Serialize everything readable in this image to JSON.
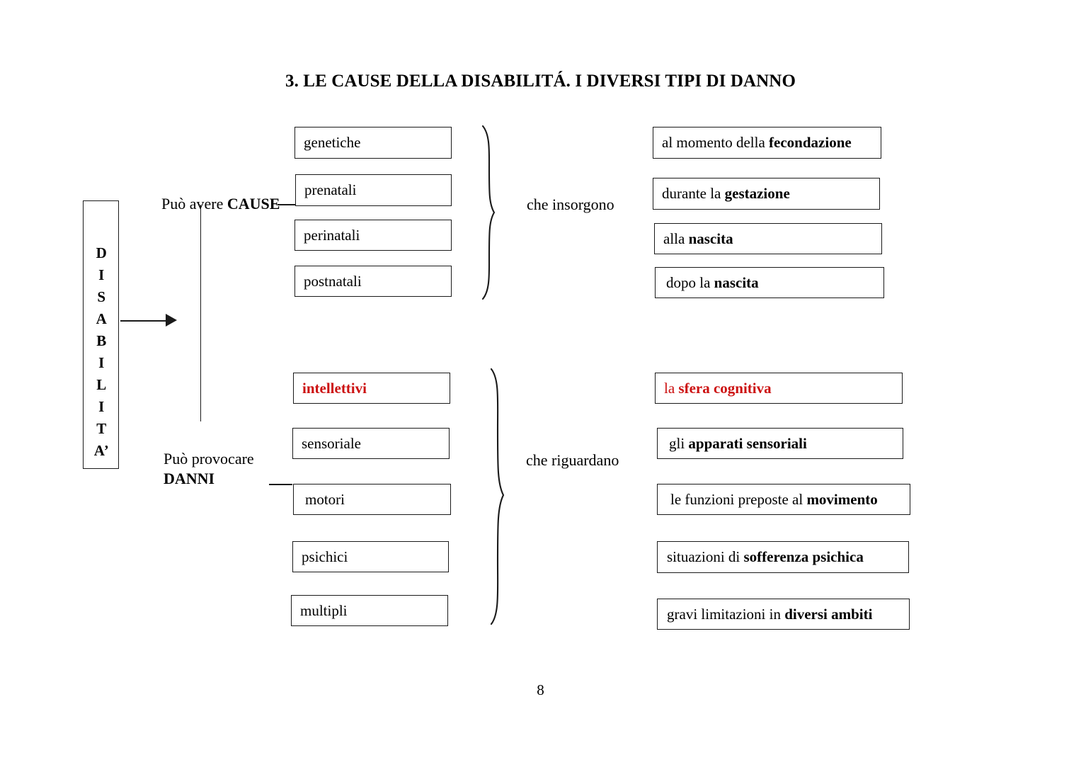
{
  "document": {
    "title": "3. LE CAUSE DELLA DISABILITÁ. I DIVERSI TIPI DI DANNO",
    "page_number": "8",
    "accent_red": "#CC1111",
    "ink": "#1a1a1a"
  },
  "root_node": {
    "letters": [
      "D",
      "I",
      "S",
      "A",
      "B",
      "I",
      "L",
      "I",
      "T",
      "A’"
    ],
    "text": "DISABILITA’"
  },
  "branches": {
    "causes": {
      "connector_label_plain": "Può avere ",
      "connector_label_bold": "CAUSE",
      "relation_label": "che insorgono",
      "items": [
        {
          "label": "genetiche"
        },
        {
          "label": "prenatali"
        },
        {
          "label": "perinatali"
        },
        {
          "label": "postnatali"
        }
      ],
      "outcomes": [
        {
          "plain": "al momento della ",
          "bold": "fecondazione",
          "color": "black"
        },
        {
          "plain": "durante la ",
          "bold": "gestazione",
          "color": "black"
        },
        {
          "plain": "alla ",
          "bold": "nascita",
          "color": "black"
        },
        {
          "plain": "dopo la ",
          "bold": "nascita",
          "color": "black"
        }
      ]
    },
    "damages": {
      "connector_label_line1": "Può provocare",
      "connector_label_line2": "DANNI",
      "relation_label": "che riguardano",
      "items": [
        {
          "label": "intellettivi",
          "color": "red",
          "bold": true
        },
        {
          "label": "sensoriale",
          "color": "black",
          "bold": false
        },
        {
          "label": "motori",
          "color": "black",
          "bold": false
        },
        {
          "label": "psichici",
          "color": "black",
          "bold": false
        },
        {
          "label": "multipli",
          "color": "black",
          "bold": false
        }
      ],
      "outcomes": [
        {
          "plain": "la ",
          "bold": "sfera cognitiva",
          "color": "red"
        },
        {
          "plain": "gli ",
          "bold": "apparati sensoriali",
          "color": "black"
        },
        {
          "plain": "le funzioni preposte al ",
          "bold": "movimento",
          "color": "black"
        },
        {
          "plain": "situazioni di ",
          "bold": "sofferenza psichica",
          "color": "black"
        },
        {
          "plain": "gravi limitazioni in ",
          "bold": "diversi ambiti",
          "color": "black"
        }
      ]
    }
  }
}
